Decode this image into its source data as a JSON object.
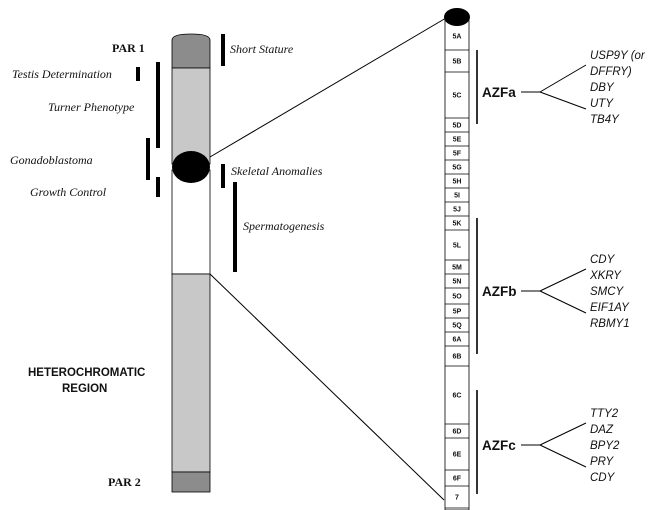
{
  "chromosome": {
    "par1_label": "PAR 1",
    "par2_label": "PAR 2",
    "heterochromatic_label_line1": "HETEROCHROMATIC",
    "heterochromatic_label_line2": "REGION"
  },
  "features": {
    "short_stature": "Short Stature",
    "testis_determination": "Testis Determination",
    "turner_phenotype": "Turner Phenotype",
    "gonadoblastoma": "Gonadoblastoma",
    "growth_control": "Growth Control",
    "skeletal_anomalies": "Skeletal Anomalies",
    "spermatogenesis": "Spermatogenesis"
  },
  "bands": [
    "5A",
    "5B",
    "5C",
    "5D",
    "5E",
    "5F",
    "5G",
    "5H",
    "5I",
    "5J",
    "5K",
    "5L",
    "5M",
    "5N",
    "5O",
    "5P",
    "5Q",
    "6A",
    "6B",
    "6C",
    "6D",
    "6E",
    "6F",
    "7"
  ],
  "azf_regions": [
    {
      "name": "AZFa",
      "genes": [
        "USP9Y (or",
        "DFFRY)",
        "DBY",
        "UTY",
        "TB4Y"
      ]
    },
    {
      "name": "AZFb",
      "genes": [
        "CDY",
        "XKRY",
        "SMCY",
        "EIF1AY",
        "RBMY1"
      ]
    },
    {
      "name": "AZFc",
      "genes": [
        "TTY2",
        "DAZ",
        "BPY2",
        "PRY",
        "CDY"
      ]
    }
  ],
  "colors": {
    "gray_region": "#c8c8c8",
    "dark_band": "#8c8c8c",
    "centromere": "#000000",
    "line": "#000000"
  }
}
